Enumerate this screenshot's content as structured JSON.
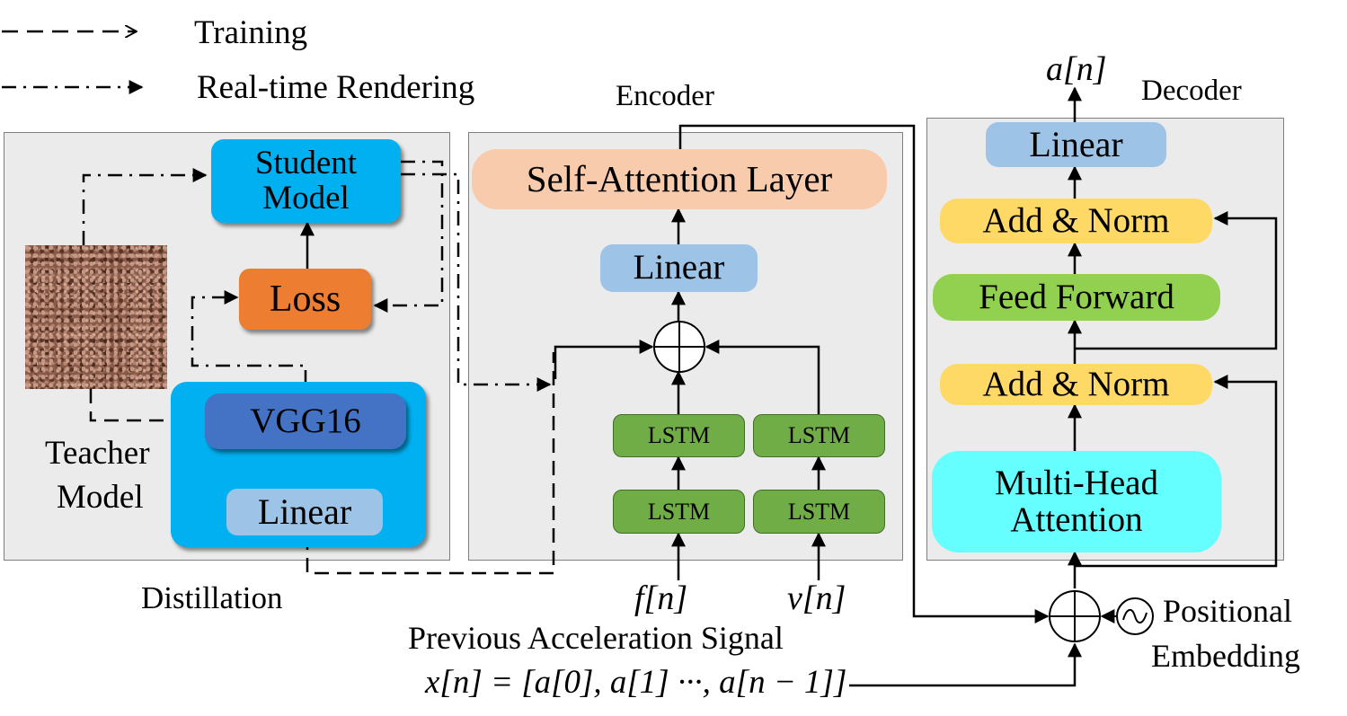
{
  "legend": {
    "training": "Training",
    "realtime": "Real-time Rendering"
  },
  "encoder": {
    "title": "Encoder",
    "self_attention": "Self-Attention Layer",
    "linear": "Linear",
    "lstm_f_top": "LSTM",
    "lstm_f_bottom": "LSTM",
    "lstm_v_top": "LSTM",
    "lstm_v_bottom": "LSTM",
    "input_f": "f[n]",
    "input_v": "v[n]"
  },
  "distill": {
    "student_line1": "Student",
    "student_line2": "Model",
    "loss": "Loss",
    "vgg": "VGG16",
    "linear": "Linear",
    "teacher_line1": "Teacher",
    "teacher_line2": "Model",
    "label": "Distillation"
  },
  "decoder": {
    "title": "Decoder",
    "output": "a[n]",
    "linear": "Linear",
    "add_norm_top": "Add & Norm",
    "feed_forward": "Feed Forward",
    "add_norm_bottom": "Add & Norm",
    "mha_line1": "Multi-Head",
    "mha_line2": "Attention"
  },
  "bottom": {
    "positional_line1": "Positional",
    "positional_line2": "Embedding",
    "prev_signal": "Previous Acceleration Signal",
    "formula": "x[n] = [a[0], a[1] ···, a[n − 1]]"
  },
  "colors": {
    "panel_bg": "#ebebeb",
    "student_blue": "#00b0f0",
    "loss_orange": "#ed7d31",
    "vgg_blue": "#4472c4",
    "linear_blue": "#9dc3e6",
    "self_attention_peach": "#f8cbad",
    "lstm_green": "#70ad47",
    "add_norm_yellow": "#ffd966",
    "feed_forward_green": "#92d050",
    "mha_cyan": "#66ffff"
  }
}
